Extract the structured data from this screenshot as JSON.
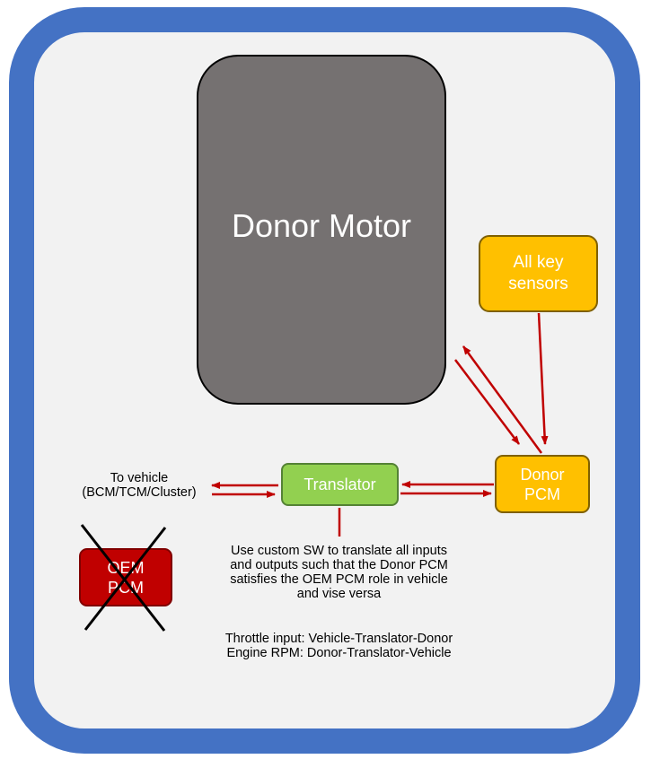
{
  "diagram": {
    "motor_label": "Donor Motor",
    "sensors_label": [
      "All key",
      "sensors"
    ],
    "pcm_label": [
      "Donor",
      "PCM"
    ],
    "translator_label": "Translator",
    "oem_label": [
      "OEM",
      "PCM"
    ],
    "to_vehicle": [
      "To vehicle",
      "(BCM/TCM/Cluster)"
    ],
    "note": [
      "Use custom SW to translate all inputs",
      "and outputs such that the Donor PCM",
      "satisfies the OEM PCM role in vehicle",
      "and vise versa"
    ],
    "flows": [
      "Throttle input: Vehicle-Translator-Donor",
      "Engine RPM: Donor-Translator-Vehicle"
    ],
    "colors": {
      "frame": "#4472c4",
      "background": "#f2f2f2",
      "motor": "#757171",
      "key_component": "#ffc000",
      "translator": "#92d050",
      "oem_pcm": "#c00000",
      "arrow": "#c00000",
      "cross": "#000000"
    },
    "icons": [
      "arrow-sensors-to-pcm",
      "arrow-pcm-to-motor",
      "arrow-motor-to-pcm",
      "arrow-pcm-to-translator",
      "arrow-translator-to-pcm",
      "arrow-translator-to-vehicle",
      "arrow-vehicle-to-translator",
      "connector-translator-note",
      "cross-out-icon"
    ]
  }
}
